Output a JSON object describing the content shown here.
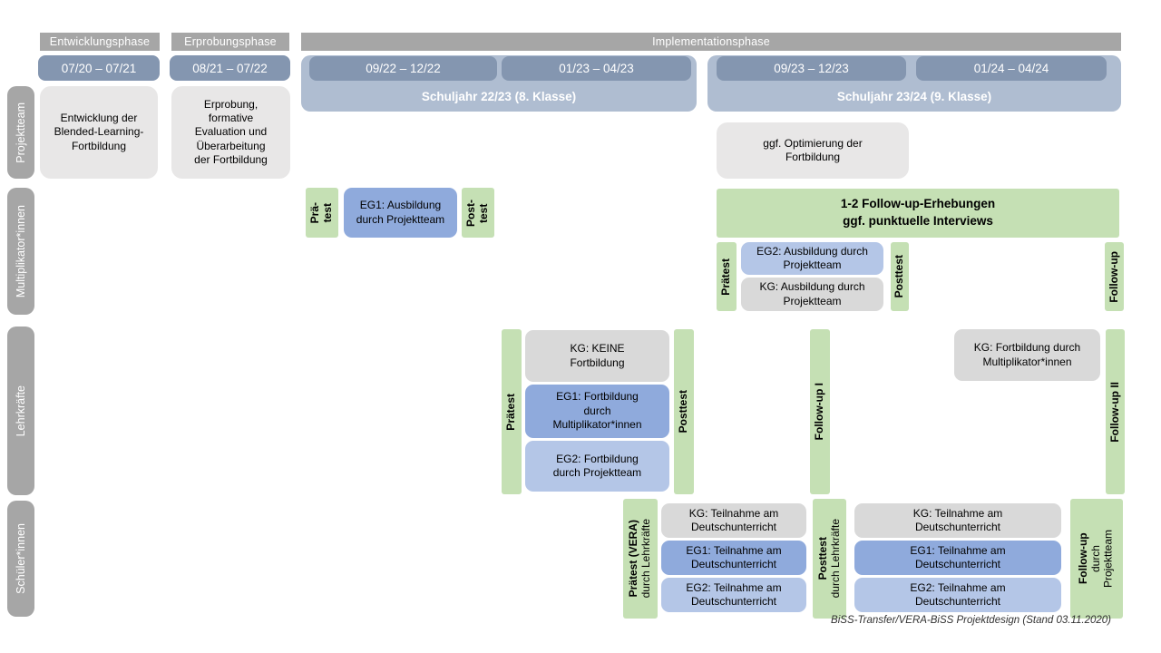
{
  "header": {
    "phases": {
      "entwicklung": "Entwicklungsphase",
      "erprobung": "Erprobungsphase",
      "implementation": "Implementationsphase"
    },
    "timeline": [
      "07/20 – 07/21",
      "08/21 – 07/22",
      "09/22 – 12/22",
      "01/23 – 04/23",
      "09/23 – 12/23",
      "01/24 – 04/24"
    ],
    "school_years": [
      "Schuljahr 22/23 (8. Klasse)",
      "Schuljahr 23/24 (9. Klasse)"
    ]
  },
  "rows": {
    "projektteam": {
      "label": "Projektteam",
      "entwicklung": "Entwicklung der Blended-Learning-Fortbildung",
      "erprobung": "Erprobung, formative Evaluation und Überarbeitung der Fortbildung",
      "optimierung": "ggf. Optimierung der Fortbildung"
    },
    "multiplikatoren": {
      "label": "Multiplikator*innen",
      "praetest1": [
        "Prä-",
        "test"
      ],
      "eg1": "EG1: Ausbildung durch Projektteam",
      "posttest1": [
        "Post-",
        "test"
      ],
      "followup_box": [
        "1-2 Follow-up-Erhebungen",
        "ggf. punktuelle Interviews"
      ],
      "praetest2": "Prätest",
      "eg2": "EG2: Ausbildung durch Projektteam",
      "kg": "KG: Ausbildung durch Projektteam",
      "posttest2": "Posttest",
      "followup": "Follow-up"
    },
    "lehrkraefte": {
      "label": "Lehrkräfte",
      "praetest": "Prätest",
      "kg": "KG: KEINE Fortbildung",
      "eg1": "EG1: Fortbildung durch Multiplikator*innen",
      "eg2": "EG2: Fortbildung durch Projektteam",
      "posttest": "Posttest",
      "followup1": "Follow-up I",
      "kg2": "KG: Fortbildung durch Multiplikator*innen",
      "followup2": "Follow-up II"
    },
    "schueler": {
      "label": "Schüler*innen",
      "praetest": {
        "main": "Prätest (VERA)",
        "sub": "durch  Lehrkräfte"
      },
      "sj2223": {
        "kg": "KG: Teilnahme am Deutschunterricht",
        "eg1": "EG1: Teilnahme am Deutschunterricht",
        "eg2": "EG2: Teilnahme am Deutschunterricht"
      },
      "posttest": {
        "main": "Posttest",
        "sub": "durch  Lehrkräfte"
      },
      "sj2324": {
        "kg": "KG: Teilnahme am Deutschunterricht",
        "eg1": "EG1: Teilnahme am Deutschunterricht",
        "eg2": "EG2: Teilnahme am Deutschunterricht"
      },
      "followup": {
        "main": "Follow-up",
        "sub1": "durch",
        "sub2": "Projektteam"
      }
    }
  },
  "footer": "BiSS-Transfer/VERA-BiSS Projektdesign (Stand 03.11.2020)",
  "colors": {
    "phase_header_gray": "#a6a6a6",
    "row_label_gray": "#a6a6a6",
    "timeline_blue": "#8496b0",
    "schuljahr_container_blue": "#afbdd1",
    "project_box_lightgray": "#e8e7e7",
    "kg_box_gray": "#d9d9d9",
    "eg1_blue": "#8faadc",
    "eg2_blue": "#b4c6e7",
    "test_green": "#c5e0b4"
  }
}
